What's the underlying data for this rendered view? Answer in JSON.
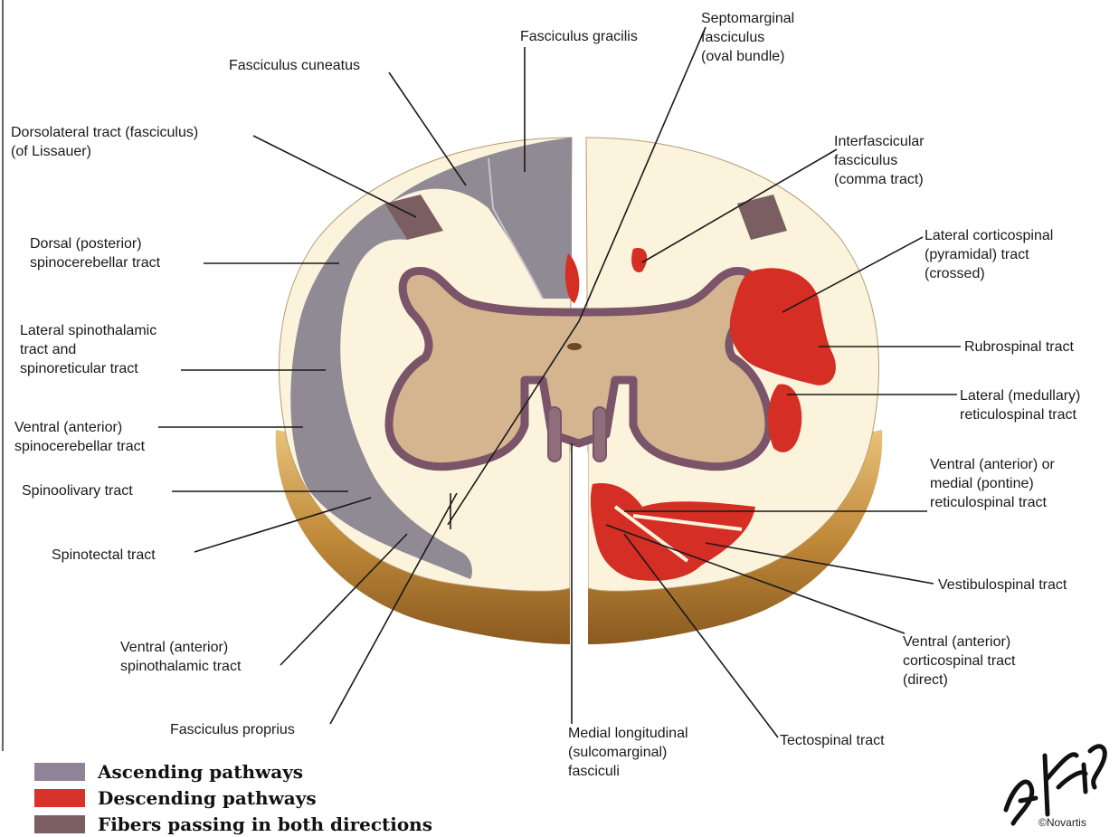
{
  "labels": {
    "fasciculus_gracilis": "Fasciculus gracilis",
    "septomarginal": "Septomarginal\nfasciculus\n(oval bundle)",
    "fasciculus_cuneatus": "Fasciculus cuneatus",
    "dorsolateral": "Dorsolateral tract (fasciculus)\n(of Lissauer)",
    "interfascicular": "Interfascicular\nfasciculus\n(comma tract)",
    "dorsal_spinocerebellar": "Dorsal (posterior)\nspinocerebellar tract",
    "lateral_corticospinal": "Lateral corticospinal\n(pyramidal) tract\n(crossed)",
    "lateral_spinothalamic": "Lateral spinothalamic\ntract and\nspinoreticular tract",
    "rubrospinal": "Rubrospinal tract",
    "lateral_reticulospinal": "Lateral (medullary)\nreticulospinal tract",
    "ventral_spinocerebellar": "Ventral (anterior)\nspinocerebellar tract",
    "ventral_reticulospinal": "Ventral (anterior) or\nmedial (pontine)\nreticulospinal tract",
    "spinoolivary": "Spinoolivary tract",
    "spinotectal": "Spinotectal tract",
    "vestibulospinal": "Vestibulospinal tract",
    "ventral_corticospinal": "Ventral (anterior)\ncorticospinal tract\n(direct)",
    "ventral_spinothalamic": "Ventral (anterior)\nspinothalamic tract",
    "fasciculus_proprius": "Fasciculus proprius",
    "medial_longitudinal": "Medial longitudinal\n(sulcomarginal)\nfasciculi",
    "tectospinal": "Tectospinal tract"
  },
  "legend": [
    {
      "label": "Ascending pathways",
      "color": "#8f8497"
    },
    {
      "label": "Descending pathways",
      "color": "#d6342a"
    },
    {
      "label": "Fibers passing in both directions",
      "color": "#7a5e62"
    }
  ],
  "credit": "©Novartis",
  "signature_text": "F. Netter M.D.",
  "colors": {
    "ascending": "#8f8a94",
    "descending": "#d52e24",
    "gray_matter": "#d4b58f",
    "gray_border": "#7a5468",
    "white_matter": "#fbf3dc",
    "rim": "#c89a4c"
  }
}
